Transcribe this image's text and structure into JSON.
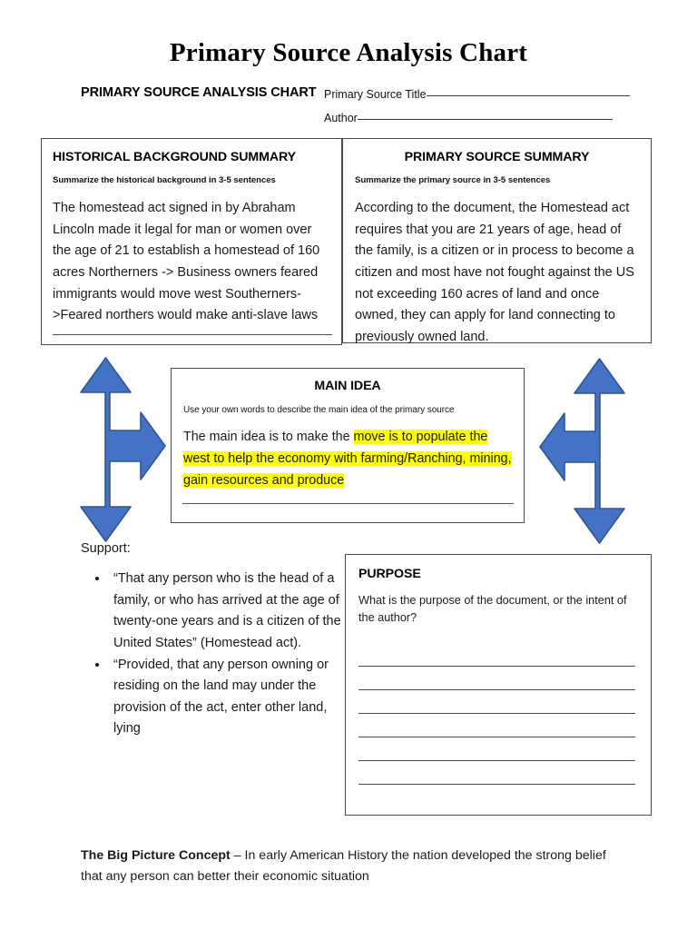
{
  "document": {
    "page_title": "Primary Source Analysis Chart",
    "header_label": "PRIMARY SOURCE ANALYSIS CHART",
    "fields": [
      {
        "name": "primary-source-title",
        "label": "Primary Source Title",
        "value": ""
      },
      {
        "name": "author",
        "label": "Author",
        "value": ""
      }
    ]
  },
  "historical_background": {
    "title": "HISTORICAL BACKGROUND SUMMARY",
    "subtitle": "Summarize the historical background in 3-5 sentences",
    "body": "The homestead act signed in by Abraham Lincoln made it legal for man or women over the age of 21 to establish a homestead of 160 acres Northerners -> Business owners feared immigrants would move west  Southerners->Feared northers would make anti-slave laws"
  },
  "primary_source_summary": {
    "title": "PRIMARY SOURCE SUMMARY",
    "subtitle": "Summarize the primary source in 3-5 sentences",
    "body": "According to the document, the Homestead act requires that you are 21 years of age, head of the family, is a citizen or in process to become a citizen and most have not fought against the US not exceeding 160 acres of land and once owned, they can apply for land connecting to previously owned land."
  },
  "main_idea": {
    "title": "MAIN IDEA",
    "subtitle": "Use your own words to describe the main idea of the primary source",
    "body_plain": "The main idea is to make the ",
    "body_highlighted": "move is to populate the west to help the economy with farming/Ranching, mining, gain resources and produce",
    "highlight_color": "#FFFF00"
  },
  "support": {
    "label": "Support:",
    "items": [
      "“That any person who is the head of a family, or who has arrived at the age of twenty-one years and is a citizen of the United States” (Homestead act).",
      "“Provided, that any person owning or residing on the land may under the provision of the act, enter other land, lying"
    ]
  },
  "purpose": {
    "title": "PURPOSE",
    "prompt": "What is the purpose of the document, or the intent of the author?",
    "blank_lines": 6
  },
  "big_picture": {
    "label": "The Big Picture Concept",
    "text": " – In early American History the nation developed the strong belief that any person can better their economic situation"
  },
  "arrows": {
    "color": "#4472C4",
    "stroke": "#2E5496",
    "left": {
      "name": "three-way-arrow-left",
      "directions": "up-down-right"
    },
    "right": {
      "name": "three-way-arrow-right",
      "directions": "up-down-left"
    }
  }
}
